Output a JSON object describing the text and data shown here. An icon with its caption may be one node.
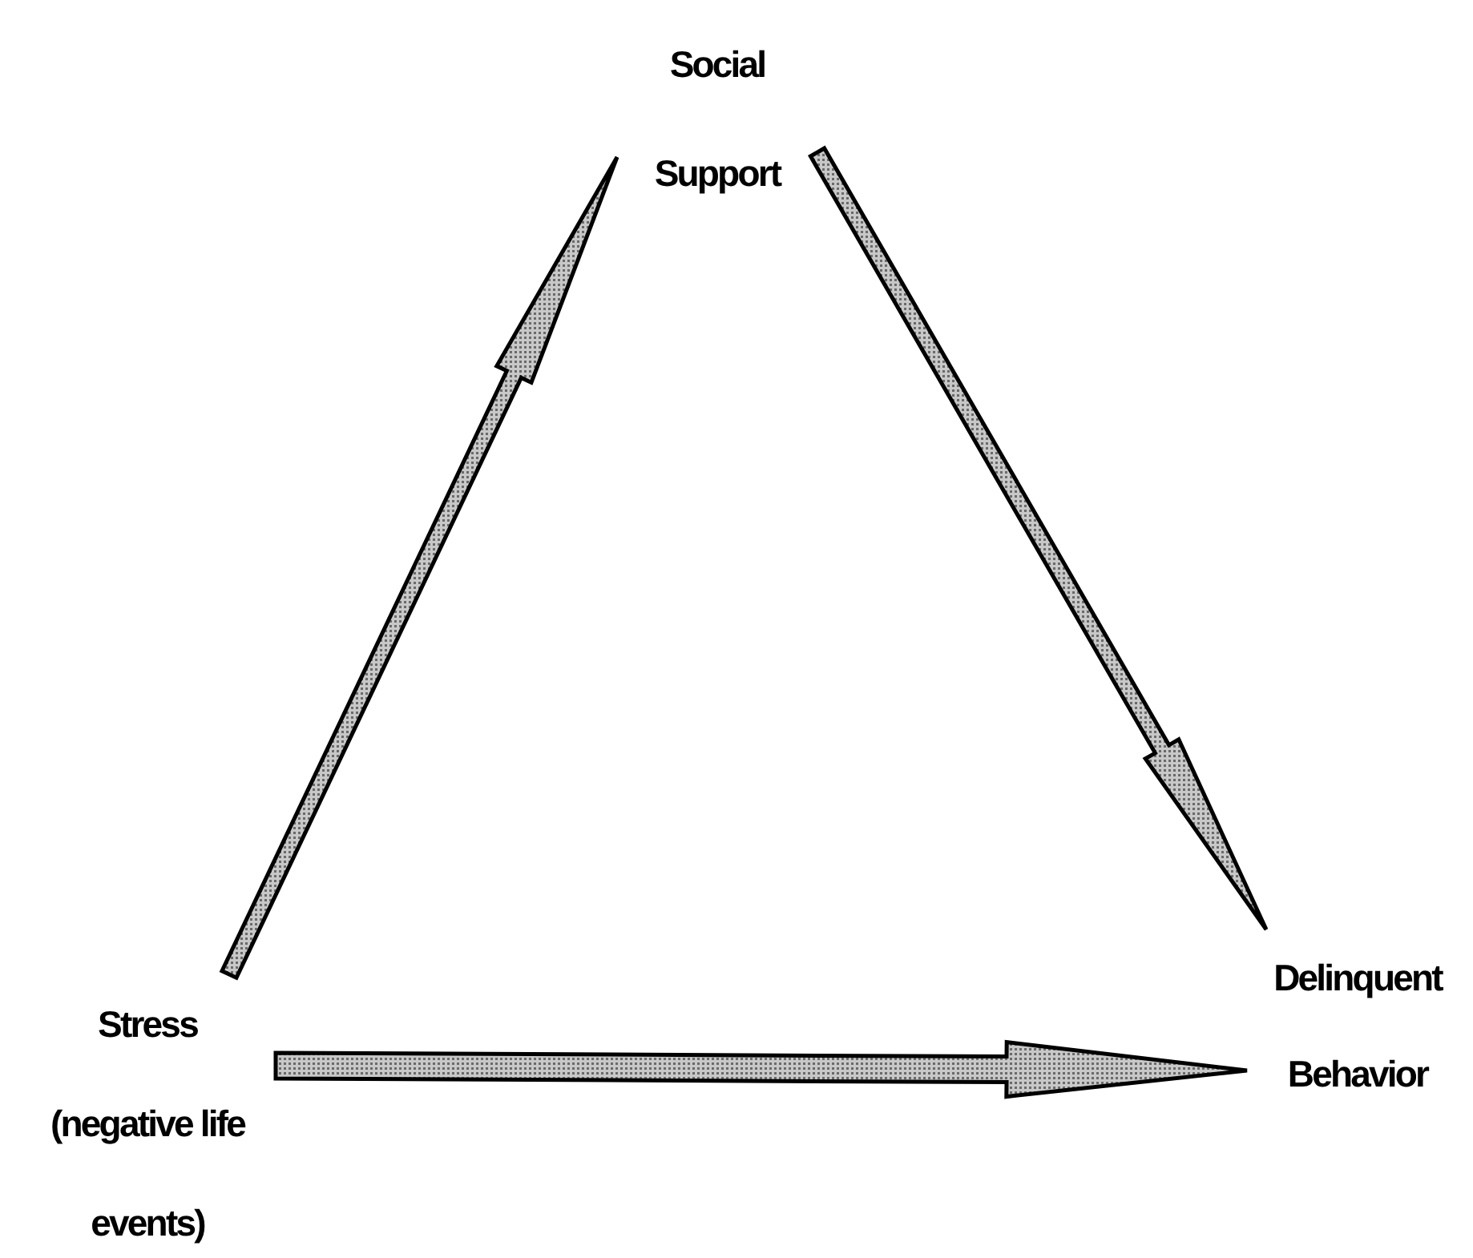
{
  "diagram": {
    "nodes": [
      {
        "text": [
          "Social Support"
        ]
      },
      {
        "text": [
          "Stress (negative life events)"
        ]
      },
      {
        "text": [
          "Delinquent Behavior"
        ]
      }
    ],
    "edges": [
      {
        "from": 1,
        "to": 0,
        "arrow": "to"
      },
      {
        "from": 0,
        "to": 2,
        "arrow": "to"
      },
      {
        "from": 1,
        "to": 2,
        "arrow": "to"
      }
    ]
  }
}
